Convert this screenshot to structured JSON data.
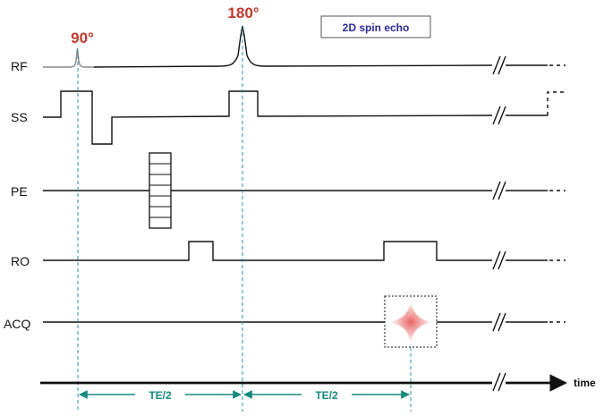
{
  "title": "2D spin echo",
  "pulses": {
    "excitation": "90°",
    "refocusing": "180°"
  },
  "rows": {
    "rf": "RF",
    "ss": "SS",
    "pe": "PE",
    "ro": "RO",
    "acq": "ACQ"
  },
  "time_axis": {
    "label": "time",
    "intervals": [
      "TE/2",
      "TE/2"
    ]
  },
  "colors": {
    "pulse_label": "#c0392b",
    "title_text": "#2b2b9a",
    "te_arrow": "#168a7e",
    "guide_line": "#2a8fa0",
    "echo_signal": "#f08080"
  }
}
